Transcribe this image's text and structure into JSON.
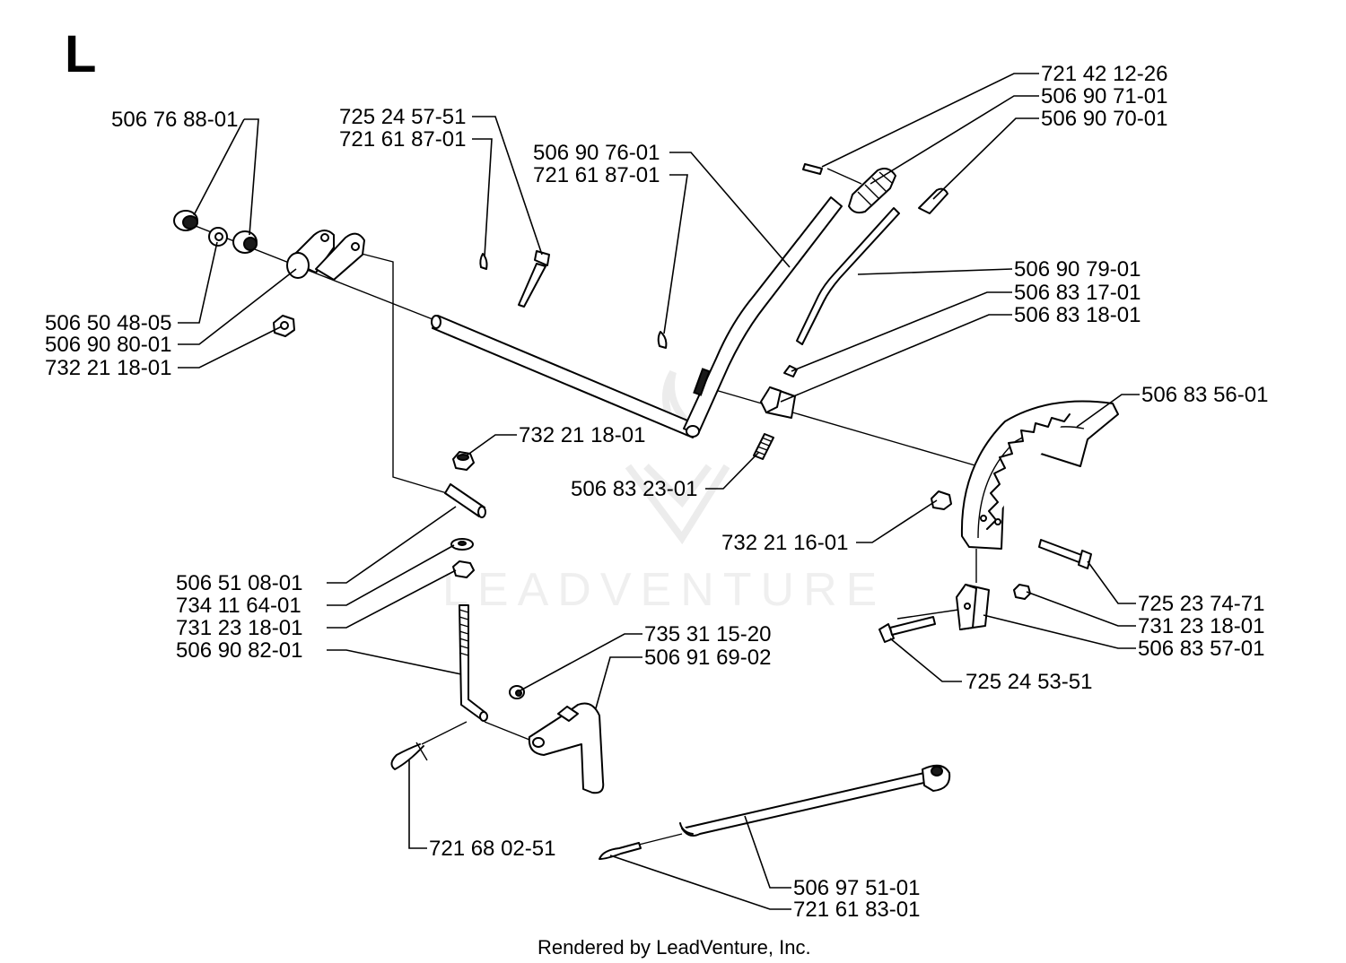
{
  "section_letter": "L",
  "watermark_text": "LEADVENTURE",
  "footer": "Rendered by LeadVenture, Inc.",
  "labels": [
    "721 42 12-26",
    "506 90 71-01",
    "506 90 70-01",
    "725 24 57-51",
    "721 61 87-01",
    "506 90 76-01",
    "721 61 87-01",
    "506 76 88-01",
    "506 90 79-01",
    "506 83 17-01",
    "506 83 18-01",
    "506 50 48-05",
    "506 90 80-01",
    "732 21 18-01",
    "506 83 56-01",
    "732 21 18-01",
    "506 83 23-01",
    "732 21 16-01",
    "506 51 08-01",
    "734 11 64-01",
    "731 23 18-01",
    "506 90 82-01",
    "725 23 74-71",
    "731 23 18-01",
    "506 83 57-01",
    "735 31 15-20",
    "506 91 69-02",
    "725 24 53-51",
    "721 68 02-51",
    "506 97 51-01",
    "721 61 83-01"
  ]
}
